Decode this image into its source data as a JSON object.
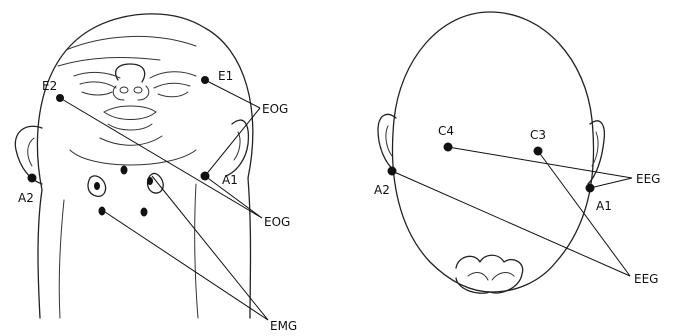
{
  "labels": {
    "e1": "E1",
    "e2": "E2",
    "a1_front": "A1",
    "a2_front": "A2",
    "eog_upper": "EOG",
    "eog_lower": "EOG",
    "emg": "EMG",
    "c4": "C4",
    "c3": "C3",
    "a1_back": "A1",
    "a2_back": "A2",
    "eeg_upper": "EEG",
    "eeg_lower": "EEG"
  },
  "colors": {
    "ink": "#111111",
    "background": "#ffffff"
  }
}
